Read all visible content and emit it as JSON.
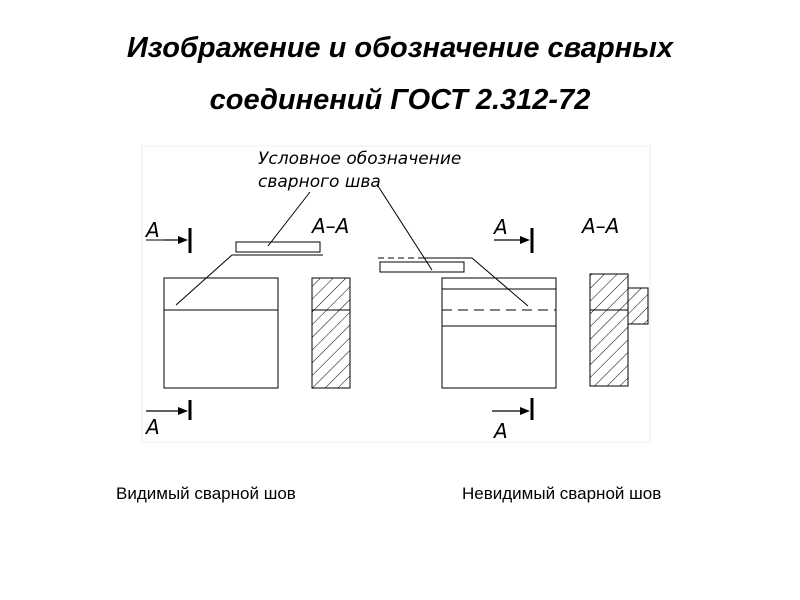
{
  "title": {
    "line1": "Изображение и обозначение сварных",
    "line2": "соединений ГОСТ 2.312-72"
  },
  "callout": {
    "line1": "Условное  обозначение",
    "line2": "сварного  шва"
  },
  "section_mark": "А",
  "section_view": "А–А",
  "captions": {
    "visible": "Видимый сварной шов",
    "hidden": "Невидимый сварной шов"
  }
}
